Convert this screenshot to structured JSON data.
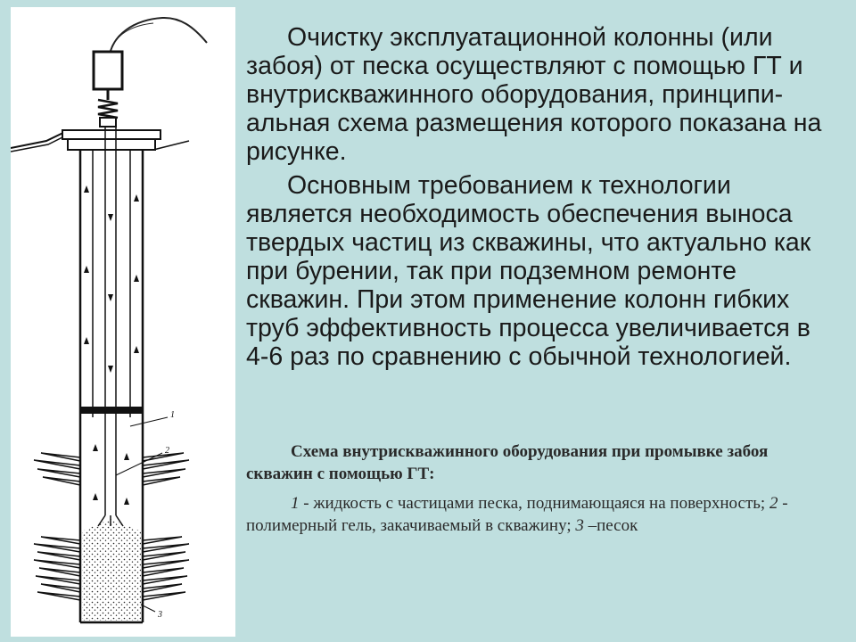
{
  "main": {
    "paragraph_1": "Очистку эксплуатационной колонны (или забоя) от песка осуществляют с помощью ГТ и внутрискважинного оборудования, принципи-альная схема размещения которого показана на рисунке.",
    "paragraph_2": "Основным требованием к технологии является необходимость обеспечения выноса твердых частиц из скважины, что актуально как при бурении, так при подземном ремонте скважин. При этом применение колонн гибких труб эффективность процесса увеличивается в 4-6 раз по сравнению с обычной технологией."
  },
  "caption": {
    "title": "Схема внутрискважинного оборудования при промывке забоя скважин с помощью ГТ:",
    "legend": [
      {
        "num": "1",
        "text": " - жидкость с частицами песка, поднимающаяся на поверхность; "
      },
      {
        "num": "2",
        "text": " - полимерный гель, закачиваемый в скважину; "
      },
      {
        "num": "3",
        "text": " –песок"
      }
    ]
  },
  "diagram": {
    "labels": [
      "1",
      "2",
      "3"
    ]
  },
  "colors": {
    "background": "#bfdfdf",
    "panel": "#ffffff",
    "ink": "#1a1a1a"
  }
}
